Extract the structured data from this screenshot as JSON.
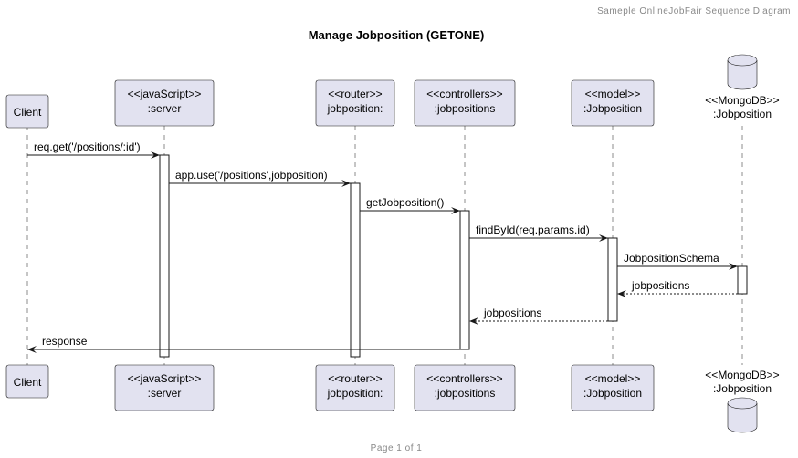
{
  "header": {
    "top_right": "Sameple OnlineJobFair Sequence Diagram",
    "title": "Manage Jobposition (GETONE)",
    "footer": "Page 1 of 1"
  },
  "participants": [
    {
      "id": "client",
      "kind": "box",
      "lines": [
        "Client"
      ]
    },
    {
      "id": "server",
      "kind": "box",
      "lines": [
        "<<javaScript>>",
        ":server"
      ]
    },
    {
      "id": "router",
      "kind": "box",
      "lines": [
        "<<router>>",
        "jobposition:"
      ]
    },
    {
      "id": "controllers",
      "kind": "box",
      "lines": [
        "<<controllers>>",
        ":jobpositions"
      ]
    },
    {
      "id": "model",
      "kind": "box",
      "lines": [
        "<<model>>",
        ":Jobposition"
      ]
    },
    {
      "id": "mongodb",
      "kind": "database",
      "lines": [
        "<<MongoDB>>",
        ":Jobposition"
      ]
    }
  ],
  "messages": [
    {
      "from": "client",
      "to": "server",
      "label": "req.get('/positions/:id')",
      "style": "solid"
    },
    {
      "from": "server",
      "to": "router",
      "label": "app.use('/positions',jobposition)",
      "style": "solid"
    },
    {
      "from": "router",
      "to": "controllers",
      "label": "getJobposition()",
      "style": "solid"
    },
    {
      "from": "controllers",
      "to": "model",
      "label": "findById(req.params.id)",
      "style": "solid"
    },
    {
      "from": "model",
      "to": "mongodb",
      "label": "JobpositionSchema",
      "style": "solid"
    },
    {
      "from": "mongodb",
      "to": "model",
      "label": "jobpositions",
      "style": "dashed"
    },
    {
      "from": "model",
      "to": "controllers",
      "label": "jobpositions",
      "style": "dashed"
    },
    {
      "from": "controllers",
      "to": "client",
      "label": "response",
      "style": "solid"
    }
  ],
  "colors": {
    "participant_fill": "#E2E2F0",
    "border": "#181818",
    "header_text": "#888888"
  }
}
